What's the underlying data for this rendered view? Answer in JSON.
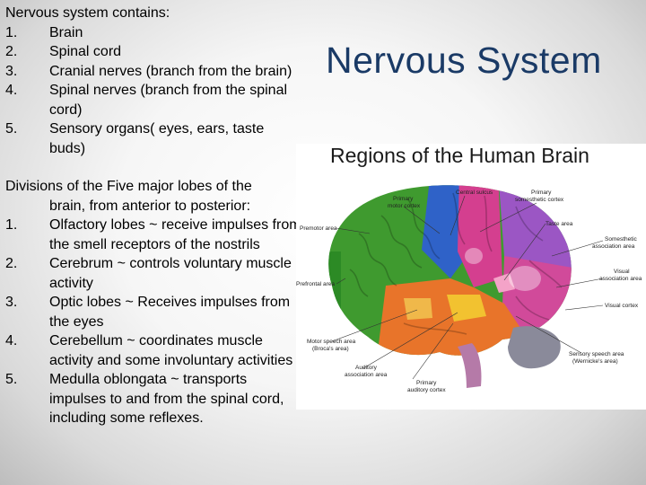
{
  "slide": {
    "title": "Nervous System",
    "intro": "Nervous system contains:",
    "components": [
      {
        "num": "1.",
        "text": "Brain"
      },
      {
        "num": "2.",
        "text": "Spinal cord"
      },
      {
        "num": "3.",
        "text": "Cranial nerves (branch from the brain)"
      },
      {
        "num": "4.",
        "text": "Spinal nerves (branch from the spinal cord)"
      },
      {
        "num": "5.",
        "text": "Sensory organs( eyes, ears, taste buds)"
      }
    ],
    "divisions_line1": "Divisions of the Five major lobes of the",
    "divisions_line2": "brain, from anterior to posterior:",
    "lobes": [
      {
        "num": "1.",
        "text": "Olfactory lobes ~ receive impulses from the smell receptors of the nostrils"
      },
      {
        "num": "2.",
        "text": "Cerebrum ~ controls voluntary muscle activity"
      },
      {
        "num": "3.",
        "text": "Optic lobes ~ Receives impulses from the eyes"
      },
      {
        "num": "4.",
        "text": "Cerebellum ~ coordinates muscle activity and some involuntary activities"
      },
      {
        "num": "5.",
        "text": "Medulla oblongata ~ transports impulses to and from the spinal cord, including some reflexes."
      }
    ]
  },
  "figure": {
    "title": "Regions of the Human Brain",
    "labels": {
      "central_sulcus": "Central sulcus",
      "primary_motor_1": "Primary",
      "primary_motor_2": "motor cortex",
      "primary_soma_1": "Primary",
      "primary_soma_2": "somesthetic cortex",
      "premotor": "Premotor area",
      "taste": "Taste area",
      "soma_assoc_1": "Somesthetic",
      "soma_assoc_2": "association area",
      "prefrontal": "Prefrontal area",
      "visual_assoc_1": "Visual",
      "visual_assoc_2": "association area",
      "visual_cortex": "Visual cortex",
      "motor_speech_1": "Motor speech area",
      "motor_speech_2": "(Broca's area)",
      "auditory_assoc_1": "Auditory",
      "auditory_assoc_2": "association area",
      "primary_auditory_1": "Primary",
      "primary_auditory_2": "auditory cortex",
      "sensory_speech_1": "Sensory speech area",
      "sensory_speech_2": "(Wernicke's area)"
    }
  }
}
